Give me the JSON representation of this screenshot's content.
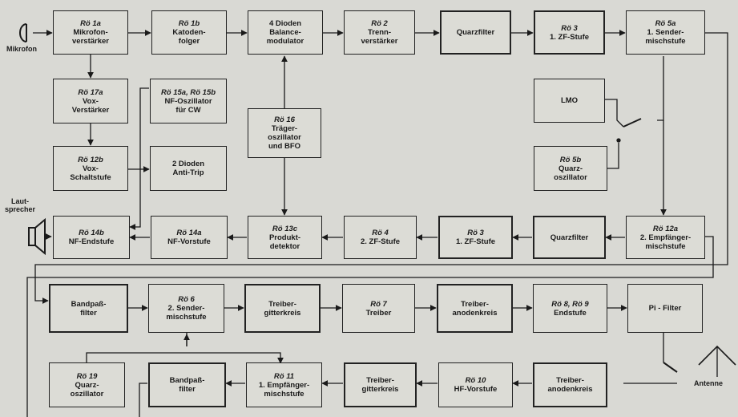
{
  "blocks": {
    "b1a": {
      "ref": "Rö 1a",
      "lines": [
        "Mikrofon-",
        "verstärker"
      ]
    },
    "b1b": {
      "ref": "Rö 1b",
      "lines": [
        "Katoden-",
        "folger"
      ]
    },
    "bbal": {
      "ref": "",
      "lines": [
        "4 Dioden",
        "Balance-",
        "modulator"
      ]
    },
    "b2": {
      "ref": "Rö 2",
      "lines": [
        "Trenn-",
        "verstärker"
      ]
    },
    "bq1": {
      "ref": "",
      "lines": [
        "Quarzfilter"
      ]
    },
    "b3a": {
      "ref": "Rö 3",
      "lines": [
        "1. ZF-Stufe"
      ]
    },
    "b5a": {
      "ref": "Rö 5a",
      "lines": [
        "1. Sender-",
        "mischstufe"
      ]
    },
    "b17a": {
      "ref": "Rö 17a",
      "lines": [
        "Vox-",
        "Verstärker"
      ]
    },
    "b15": {
      "ref": "Rö 15a, Rö 15b",
      "lines": [
        "NF-Oszillator",
        "für CW"
      ]
    },
    "b16": {
      "ref": "Rö 16",
      "lines": [
        "Träger-",
        "oszillator",
        "und BFO"
      ]
    },
    "blmo": {
      "ref": "",
      "lines": [
        "LMO"
      ]
    },
    "b12b": {
      "ref": "Rö 12b",
      "lines": [
        "Vox-",
        "Schaltstufe"
      ]
    },
    "bat": {
      "ref": "",
      "lines": [
        "2 Dioden",
        "Anti-Trip"
      ]
    },
    "b5b": {
      "ref": "Rö 5b",
      "lines": [
        "Quarz-",
        "oszillator"
      ]
    },
    "b14b": {
      "ref": "Rö 14b",
      "lines": [
        "NF-Endstufe"
      ]
    },
    "b14a": {
      "ref": "Rö 14a",
      "lines": [
        "NF-Vorstufe"
      ]
    },
    "b13c": {
      "ref": "Rö 13c",
      "lines": [
        "Produkt-",
        "detektor"
      ]
    },
    "b4": {
      "ref": "Rö 4",
      "lines": [
        "2. ZF-Stufe"
      ]
    },
    "b3b": {
      "ref": "Rö 3",
      "lines": [
        "1. ZF-Stufe"
      ]
    },
    "bq2": {
      "ref": "",
      "lines": [
        "Quarzfilter"
      ]
    },
    "b12a": {
      "ref": "Rö 12a",
      "lines": [
        "2. Empfänger-",
        "mischstufe"
      ]
    },
    "bbp1": {
      "ref": "",
      "lines": [
        "Bandpaß-",
        "filter"
      ]
    },
    "b6": {
      "ref": "Rö 6",
      "lines": [
        "2. Sender-",
        "mischstufe"
      ]
    },
    "btg1": {
      "ref": "",
      "lines": [
        "Treiber-",
        "gitterkreis"
      ]
    },
    "b7": {
      "ref": "Rö 7",
      "lines": [
        "Treiber"
      ]
    },
    "bta1": {
      "ref": "",
      "lines": [
        "Treiber-",
        "anodenkreis"
      ]
    },
    "b89": {
      "ref": "Rö 8, Rö 9",
      "lines": [
        "Endstufe"
      ]
    },
    "bpi": {
      "ref": "",
      "lines": [
        "Pi - Filter"
      ]
    },
    "b19": {
      "ref": "Rö 19",
      "lines": [
        "Quarz-",
        "oszillator"
      ]
    },
    "bbp2": {
      "ref": "",
      "lines": [
        "Bandpaß-",
        "filter"
      ]
    },
    "b11": {
      "ref": "Rö 11",
      "lines": [
        "1. Empfänger-",
        "mischstufe"
      ]
    },
    "btg2": {
      "ref": "",
      "lines": [
        "Treiber-",
        "gitterkreis"
      ]
    },
    "b10": {
      "ref": "Rö 10",
      "lines": [
        "HF-Vorstufe"
      ]
    },
    "bta2": {
      "ref": "",
      "lines": [
        "Treiber-",
        "anodenkreis"
      ]
    }
  },
  "labels": {
    "mikrofon": "Mikrofon",
    "lautsprecher": [
      "Laut-",
      "sprecher"
    ],
    "antenne": "Antenne"
  }
}
